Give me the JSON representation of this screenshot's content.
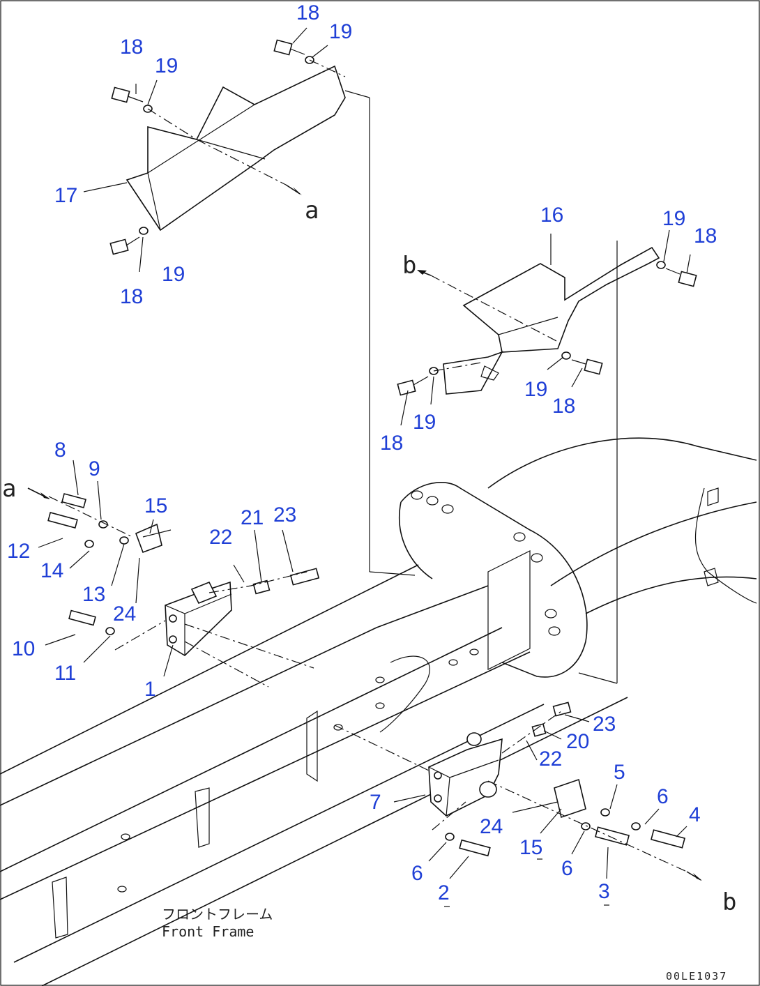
{
  "callouts": [
    "18",
    "19",
    "18",
    "19",
    "17",
    "18",
    "19",
    "16",
    "19",
    "18",
    "19",
    "18",
    "18",
    "19",
    "8",
    "9",
    "15",
    "21",
    "23",
    "22",
    "12",
    "14",
    "13",
    "24",
    "10",
    "11",
    "1",
    "23",
    "20",
    "22",
    "5",
    "7",
    "6",
    "4",
    "24",
    "15",
    "6",
    "6",
    "2",
    "3"
  ],
  "refs": [
    "a",
    "a",
    "b",
    "b"
  ],
  "caption": {
    "jp": "フロントフレーム",
    "en": "Front Frame"
  },
  "doc_id": "00LE1037"
}
